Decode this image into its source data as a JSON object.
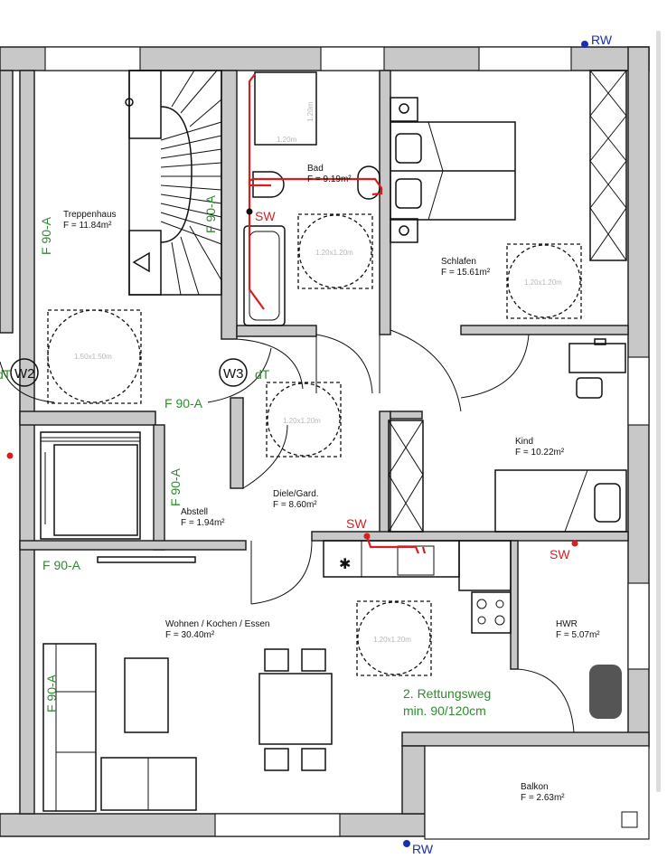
{
  "rooms": {
    "treppenhaus": {
      "name": "Treppenhaus",
      "area": "F = 11.84m²"
    },
    "bad": {
      "name": "Bad",
      "area": "F = 9.19m²"
    },
    "schlafen": {
      "name": "Schlafen",
      "area": "F = 15.61m²"
    },
    "kind": {
      "name": "Kind",
      "area": "F = 10.22m²"
    },
    "diele": {
      "name": "Diele/Gard.",
      "area": "F = 8.60m²"
    },
    "abstell": {
      "name": "Abstell",
      "area": "F = 1.94m²"
    },
    "wohnen": {
      "name": "Wohnen / Kochen / Essen",
      "area": "F = 30.40m²"
    },
    "hwr": {
      "name": "HWR",
      "area": "F = 5.07m²"
    },
    "balkon": {
      "name": "Balkon",
      "area": "F = 2.63m²"
    }
  },
  "fire_rating": "F 90-A",
  "markers": {
    "sw": "SW",
    "rw": "RW",
    "dt": "dT",
    "w2": "W2",
    "w3": "W3"
  },
  "clearances": {
    "small": "1.20x1.20m",
    "large": "1.50x1.50m",
    "shower": "1.20m"
  },
  "rescue_route": {
    "line1": "2. Rettungsweg",
    "line2": "min. 90/120cm"
  },
  "colors": {
    "fire_rating": "#2e8b2e",
    "sewage": "#d81e1e",
    "rainwater": "#1a2fb0",
    "wall": "#c8c8c8"
  }
}
